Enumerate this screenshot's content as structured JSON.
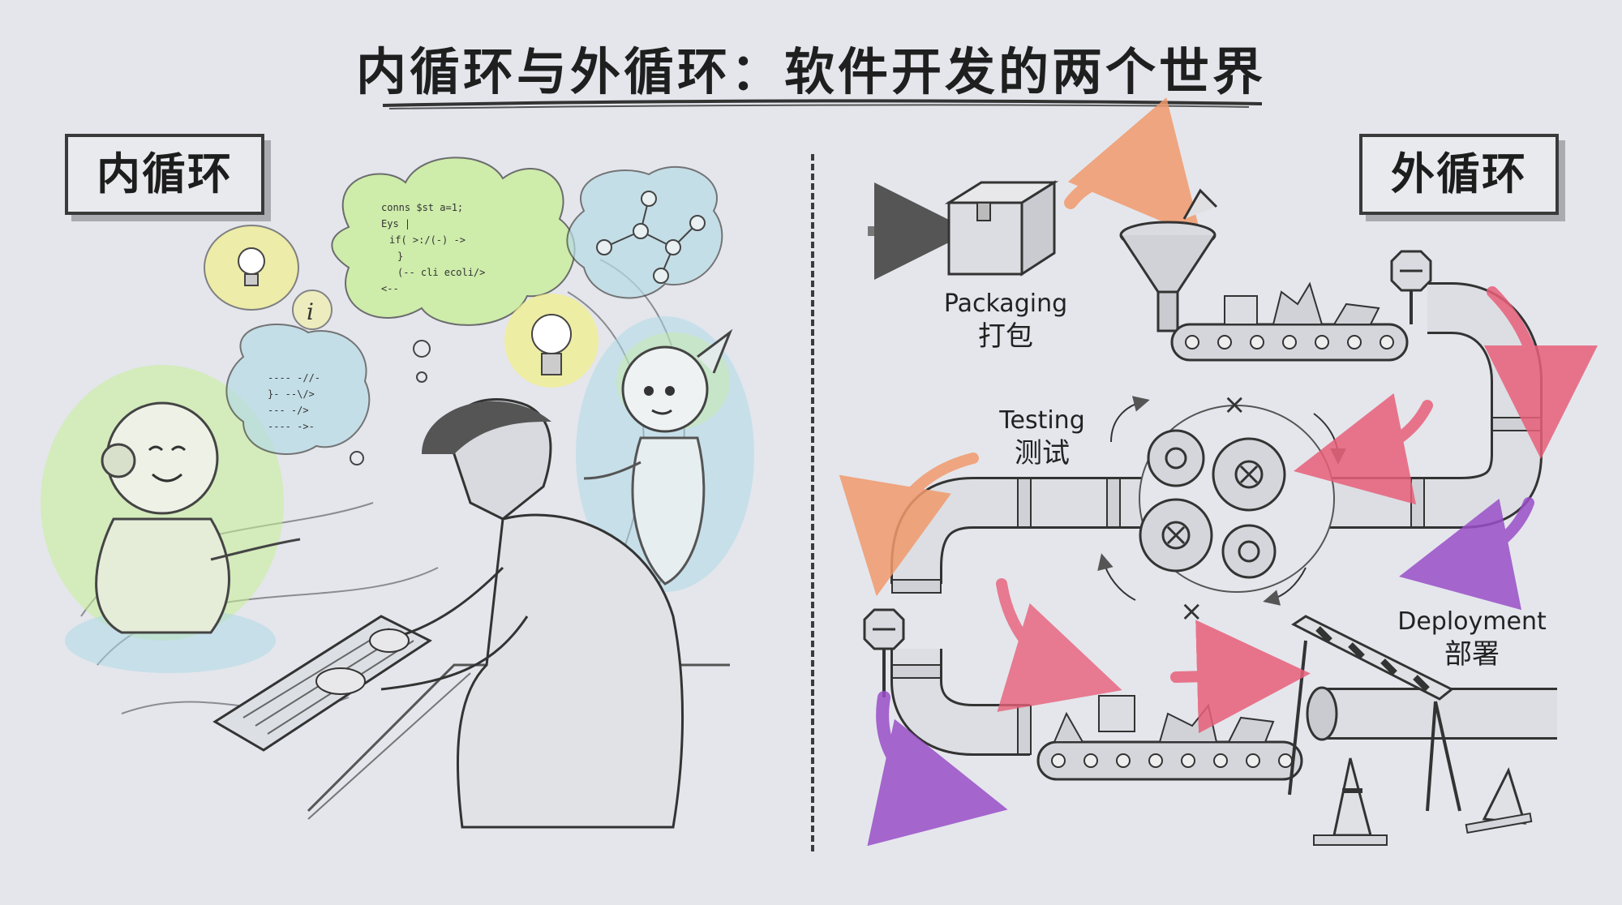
{
  "title": "内循环与外循环：软件开发的两个世界",
  "inner_loop": {
    "label": "内循环",
    "code_bubble_top": [
      "conns $st a=1;",
      "Eys |",
      "if( >:/(-) ->",
      "}",
      "(-- cli ecoli/>",
      "<--"
    ],
    "code_bubble_left": [
      "---- -//-",
      "}- --\\/>",
      "---  -/>",
      "---- ->-"
    ]
  },
  "outer_loop": {
    "label": "外循环",
    "stages": [
      {
        "id": "packaging",
        "en": "Packaging",
        "zh": "打包"
      },
      {
        "id": "testing",
        "en": "Testing",
        "zh": "测试"
      },
      {
        "id": "deployment",
        "en": "Deployment",
        "zh": "部署"
      }
    ]
  },
  "colors": {
    "background": "#e4e6ec",
    "arrow_orange": "#f19a6c",
    "arrow_pink": "#e8607a",
    "arrow_purple": "#9a4fc8",
    "highlight_green": "#b9e88a",
    "highlight_blue": "#a9d8e6",
    "highlight_yellow": "#f3ee7a"
  }
}
